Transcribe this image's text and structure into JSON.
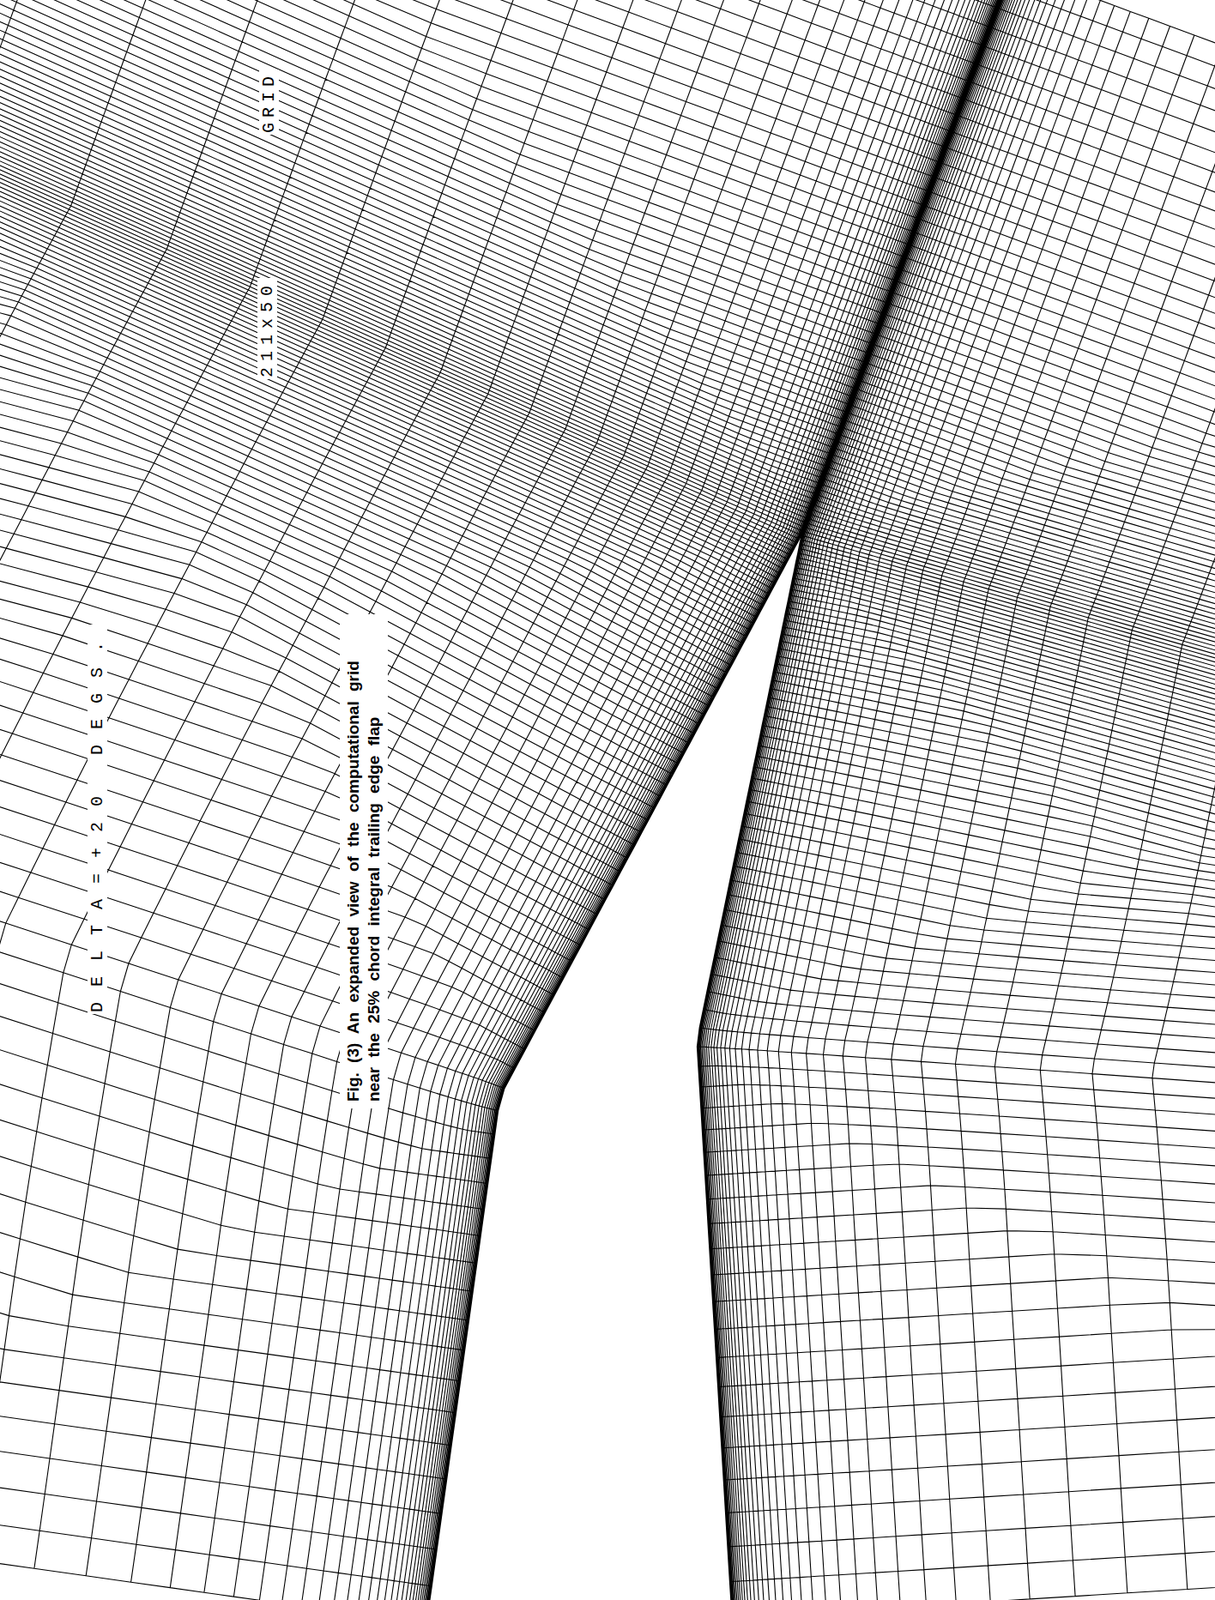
{
  "diagram": {
    "caption": "Fig. (3) An expanded view of the computational grid near the 25% chord integral trailing edge flap",
    "labels": [
      "DELTA=+20 DEGS.",
      "211x50",
      "GRID"
    ]
  }
}
